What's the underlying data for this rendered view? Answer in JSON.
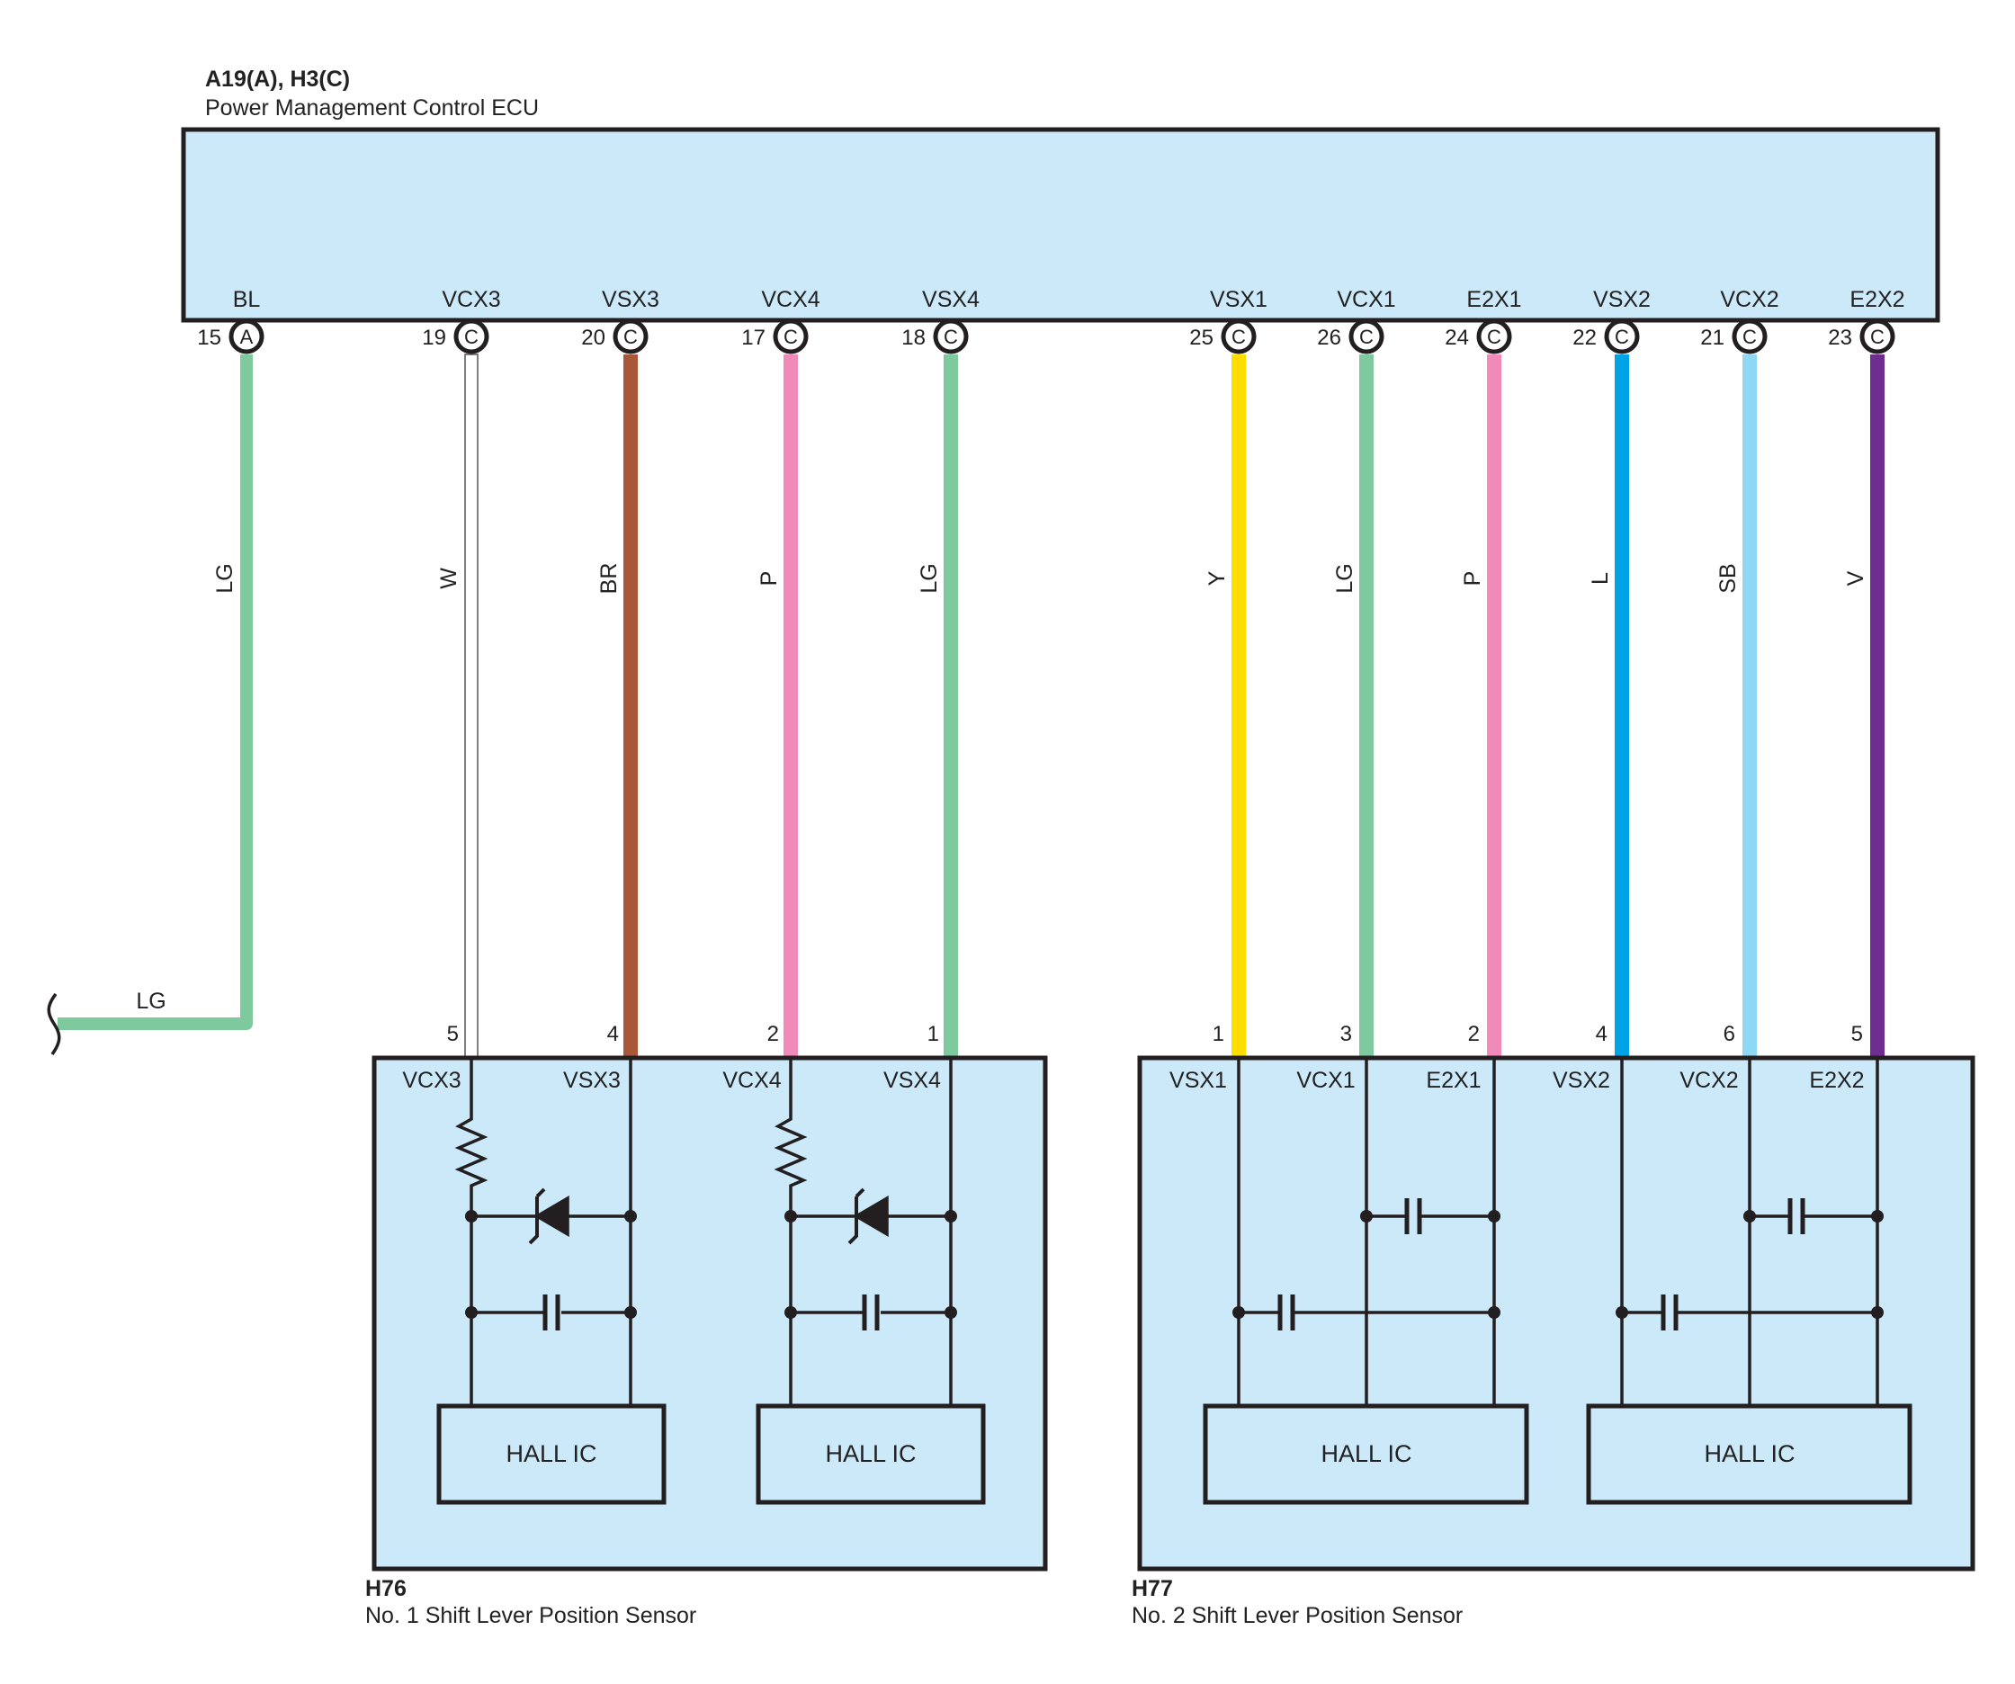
{
  "ecu": {
    "code": "A19(A), H3(C)",
    "name": "Power Management Control ECU",
    "pins": [
      {
        "key": "bl",
        "name": "BL",
        "num": "15",
        "conn": "A",
        "wire": "LG",
        "color": "#7fc99e"
      },
      {
        "key": "vcx3",
        "name": "VCX3",
        "num": "19",
        "conn": "C",
        "wire": "W",
        "color": "#ffffff"
      },
      {
        "key": "vsx3",
        "name": "VSX3",
        "num": "20",
        "conn": "C",
        "wire": "BR",
        "color": "#a9573a"
      },
      {
        "key": "vcx4",
        "name": "VCX4",
        "num": "17",
        "conn": "C",
        "wire": "P",
        "color": "#f08bb9"
      },
      {
        "key": "vsx4",
        "name": "VSX4",
        "num": "18",
        "conn": "C",
        "wire": "LG",
        "color": "#7fc99e"
      },
      {
        "key": "vsx1",
        "name": "VSX1",
        "num": "25",
        "conn": "C",
        "wire": "Y",
        "color": "#ffdd00"
      },
      {
        "key": "vcx1",
        "name": "VCX1",
        "num": "26",
        "conn": "C",
        "wire": "LG",
        "color": "#7fc99e"
      },
      {
        "key": "e2x1",
        "name": "E2X1",
        "num": "24",
        "conn": "C",
        "wire": "P",
        "color": "#f08bb9"
      },
      {
        "key": "vsx2",
        "name": "VSX2",
        "num": "22",
        "conn": "C",
        "wire": "L",
        "color": "#00a4e4"
      },
      {
        "key": "vcx2",
        "name": "VCX2",
        "num": "21",
        "conn": "C",
        "wire": "SB",
        "color": "#8ed8f5"
      },
      {
        "key": "e2x2",
        "name": "E2X2",
        "num": "23",
        "conn": "C",
        "wire": "V",
        "color": "#6f2c91"
      }
    ]
  },
  "ground_wire": {
    "label": "LG"
  },
  "h76": {
    "code": "H76",
    "name": "No.  1 Shift Lever Position Sensor",
    "pins": [
      {
        "num": "5",
        "name": "VCX3"
      },
      {
        "num": "4",
        "name": "VSX3"
      },
      {
        "num": "2",
        "name": "VCX4"
      },
      {
        "num": "1",
        "name": "VSX4"
      }
    ],
    "hall_ic": [
      "HALL IC",
      "HALL IC"
    ]
  },
  "h77": {
    "code": "H77",
    "name": "No.  2 Shift Lever Position Sensor",
    "pins": [
      {
        "num": "1",
        "name": "VSX1"
      },
      {
        "num": "3",
        "name": "VCX1"
      },
      {
        "num": "2",
        "name": "E2X1"
      },
      {
        "num": "4",
        "name": "VSX2"
      },
      {
        "num": "6",
        "name": "VCX2"
      },
      {
        "num": "5",
        "name": "E2X2"
      }
    ],
    "hall_ic": [
      "HALL IC",
      "HALL IC"
    ]
  },
  "colors": {
    "box_fill": "#cce9f9",
    "line": "#231f20"
  }
}
